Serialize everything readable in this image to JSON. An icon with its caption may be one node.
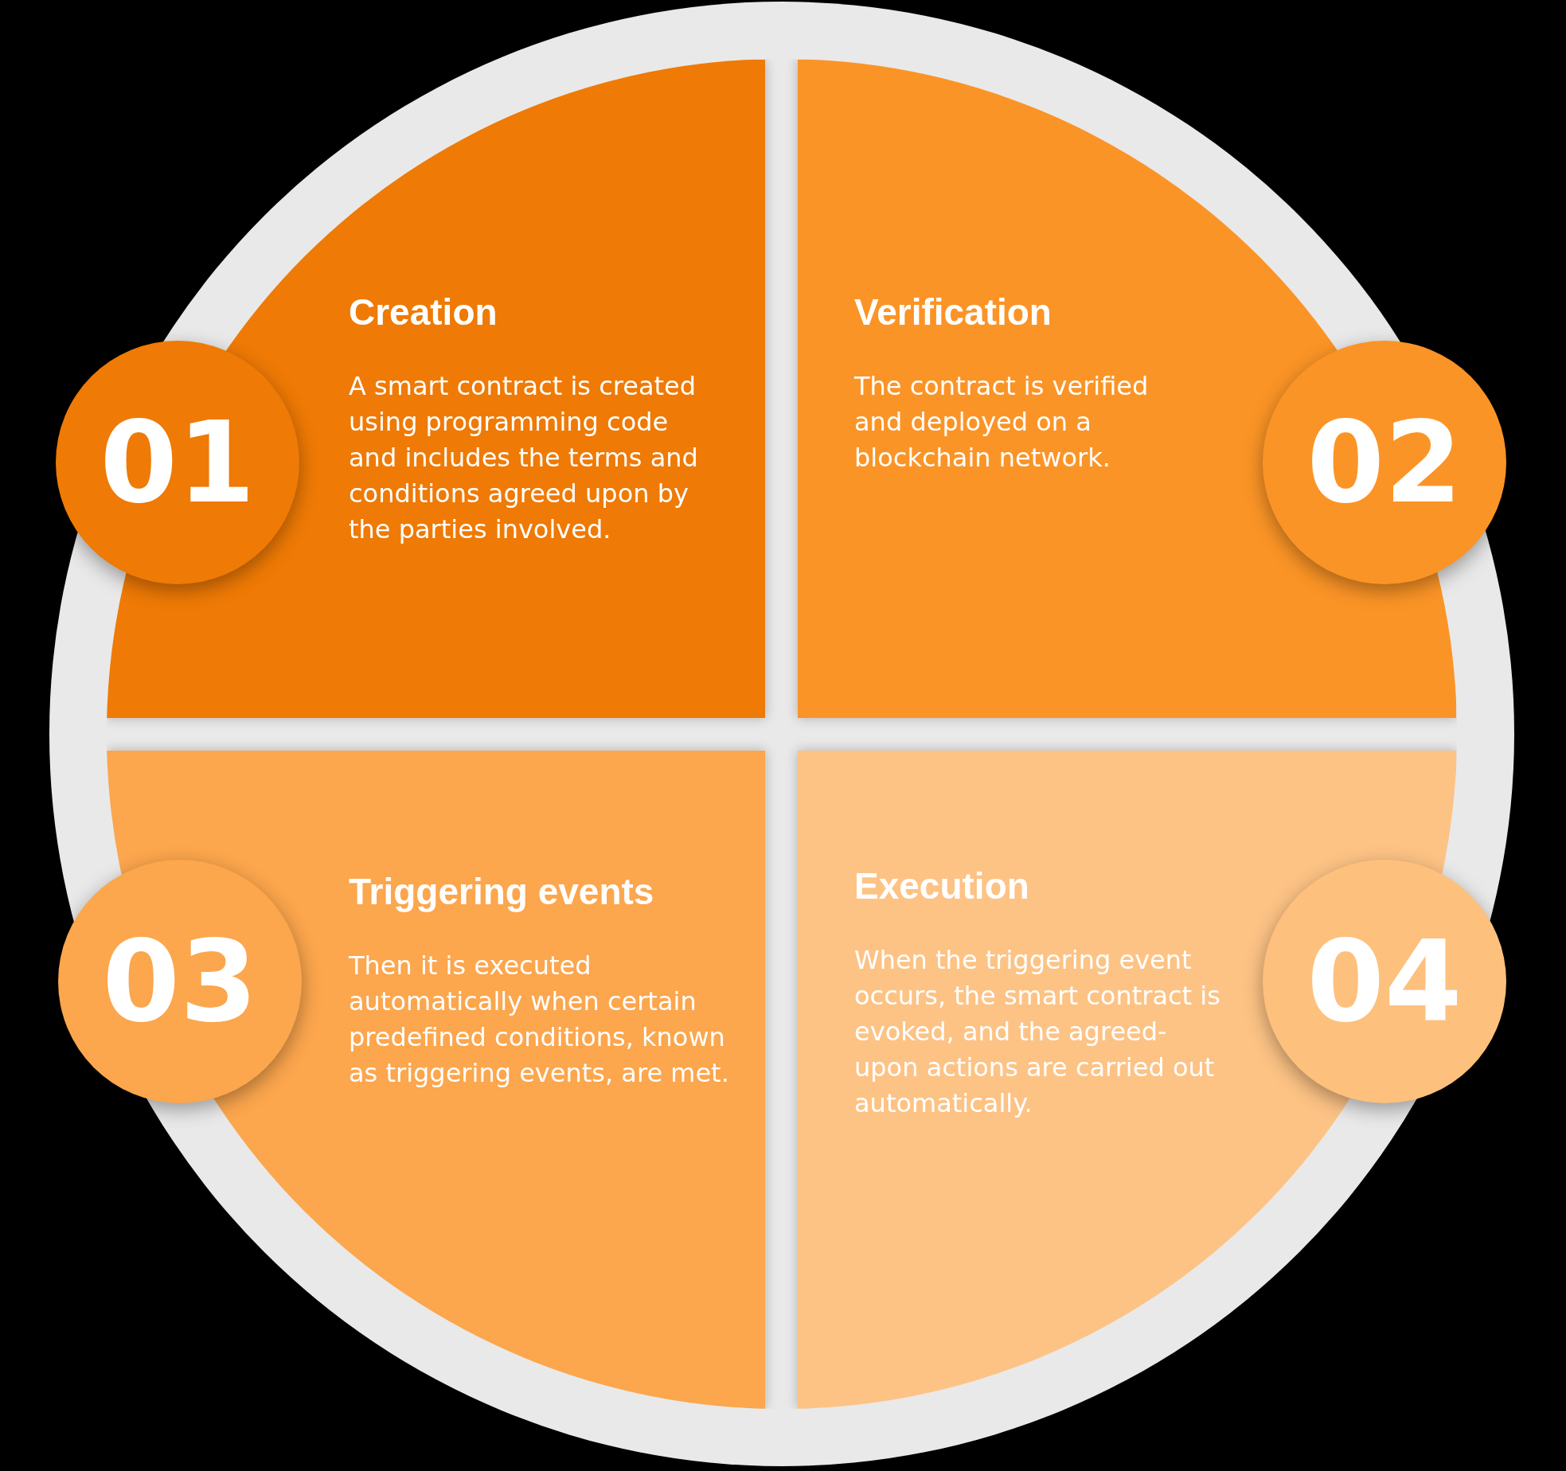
{
  "diagram": {
    "nodes": [
      {
        "text": [
          "Creation",
          "A smart contract is created using programming code and includes the terms and conditions agreed upon by the parties involved."
        ]
      },
      {
        "text": [
          "01"
        ]
      },
      {
        "text": [
          "Verification",
          "The contract is verified and deployed on a blockchain network."
        ]
      },
      {
        "text": [
          "02"
        ]
      },
      {
        "text": [
          "Triggering events",
          "Then it is executed automatically when certain predefined conditions, known as triggering events, are met."
        ]
      },
      {
        "text": [
          "03"
        ]
      },
      {
        "text": [
          "Execution",
          "When the triggering event occurs, the smart contract is evoked, and the agreed-upon actions are carried out automatically."
        ]
      },
      {
        "text": [
          "04"
        ]
      }
    ]
  }
}
